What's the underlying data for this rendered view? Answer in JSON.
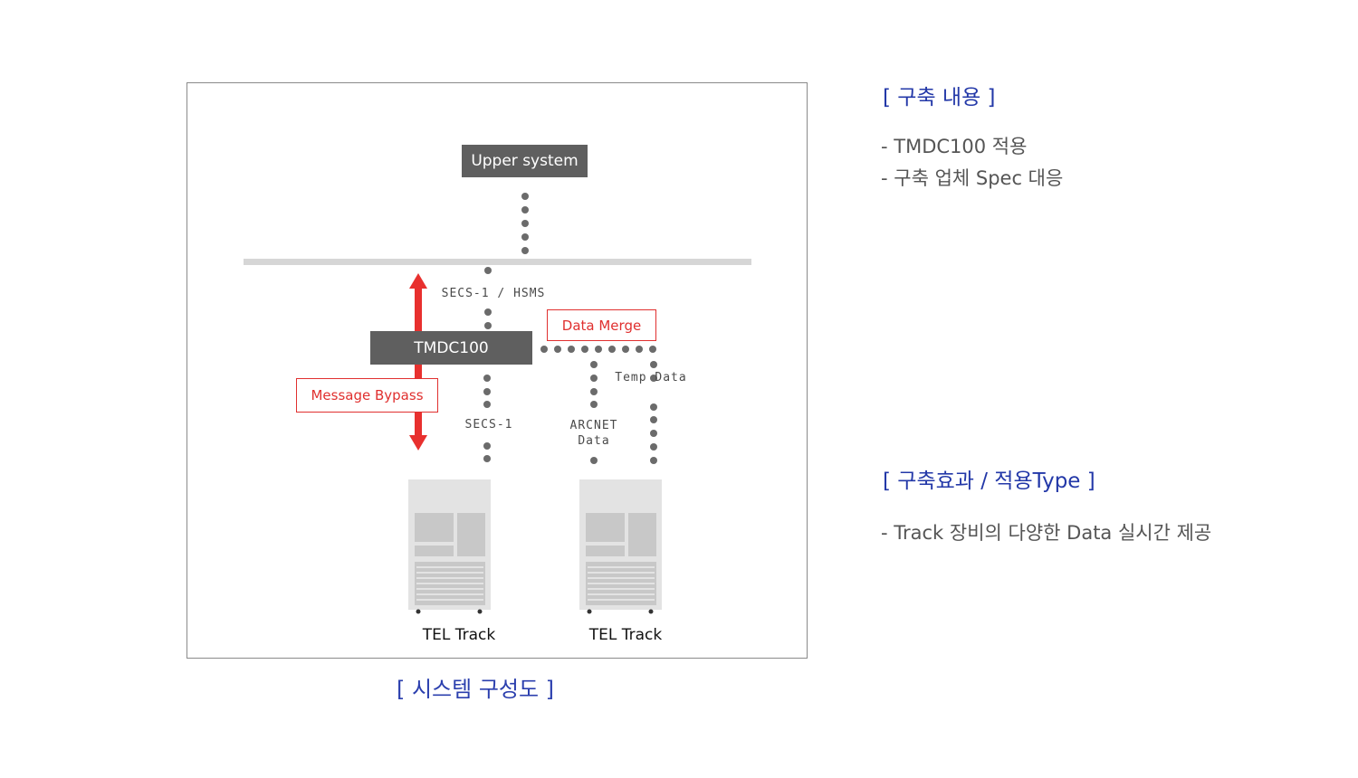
{
  "diagram": {
    "upper_system": "Upper system",
    "tmdc": "TMDC100",
    "data_merge": "Data Merge",
    "message_bypass": "Message Bypass",
    "label_secs1_hsms": "SECS-1 / HSMS",
    "label_secs1": "SECS-1",
    "label_arcnet": "ARCNET",
    "label_arcnet_data": "Data",
    "label_temp_data": "Temp Data",
    "equipment_left": "TEL Track",
    "equipment_right": "TEL Track",
    "caption": "[ 시스템 구성도 ]",
    "colors": {
      "accent_red": "#e8302e",
      "box_gray": "#5f5f5f",
      "dot_gray": "#6b6b6b",
      "caption_blue": "#2b3fae"
    }
  },
  "build": {
    "heading": "[ 구축 내용 ]",
    "items": [
      "- TMDC100 적용",
      "- 구축 업체 Spec 대응"
    ]
  },
  "effect": {
    "heading": "[ 구축효과 / 적용Type ]",
    "items": [
      "- Track 장비의 다양한 Data 실시간 제공"
    ]
  }
}
